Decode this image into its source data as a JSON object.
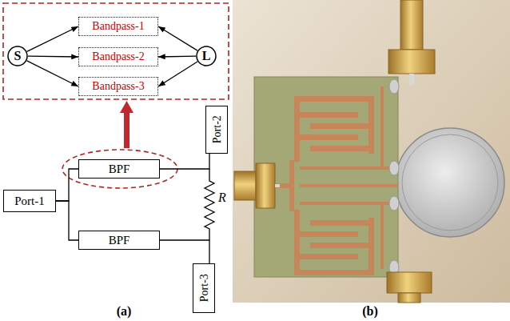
{
  "diagram": {
    "nodes": [
      {
        "text": [
          "S"
        ]
      },
      {
        "text": [
          "Bandpass-1"
        ]
      },
      {
        "text": [
          "Bandpass-2"
        ]
      },
      {
        "text": [
          "Bandpass-3"
        ]
      },
      {
        "text": [
          "L"
        ]
      },
      {
        "text": [
          "Port-2"
        ]
      },
      {
        "text": [
          "BPF"
        ]
      },
      {
        "text": [
          "Port-1"
        ]
      },
      {
        "text": [
          "BPF"
        ]
      },
      {
        "text": [
          "Port-3"
        ]
      }
    ],
    "edges": [
      {
        "from": 0,
        "to": 1,
        "arrow": "to"
      },
      {
        "from": 0,
        "to": 2,
        "arrow": "to"
      },
      {
        "from": 0,
        "to": 3,
        "arrow": "to"
      },
      {
        "from": 4,
        "to": 1,
        "arrow": "to"
      },
      {
        "from": 4,
        "to": 2,
        "arrow": "to"
      },
      {
        "from": 4,
        "to": 3,
        "arrow": "to"
      },
      {
        "from": 7,
        "to": 6,
        "arrow": "none"
      },
      {
        "from": 7,
        "to": 8,
        "arrow": "none"
      },
      {
        "from": 6,
        "to": 5,
        "arrow": "none"
      },
      {
        "from": 8,
        "to": 9,
        "arrow": "none"
      }
    ],
    "labels": [
      "R",
      "(a)",
      "(b)"
    ]
  }
}
